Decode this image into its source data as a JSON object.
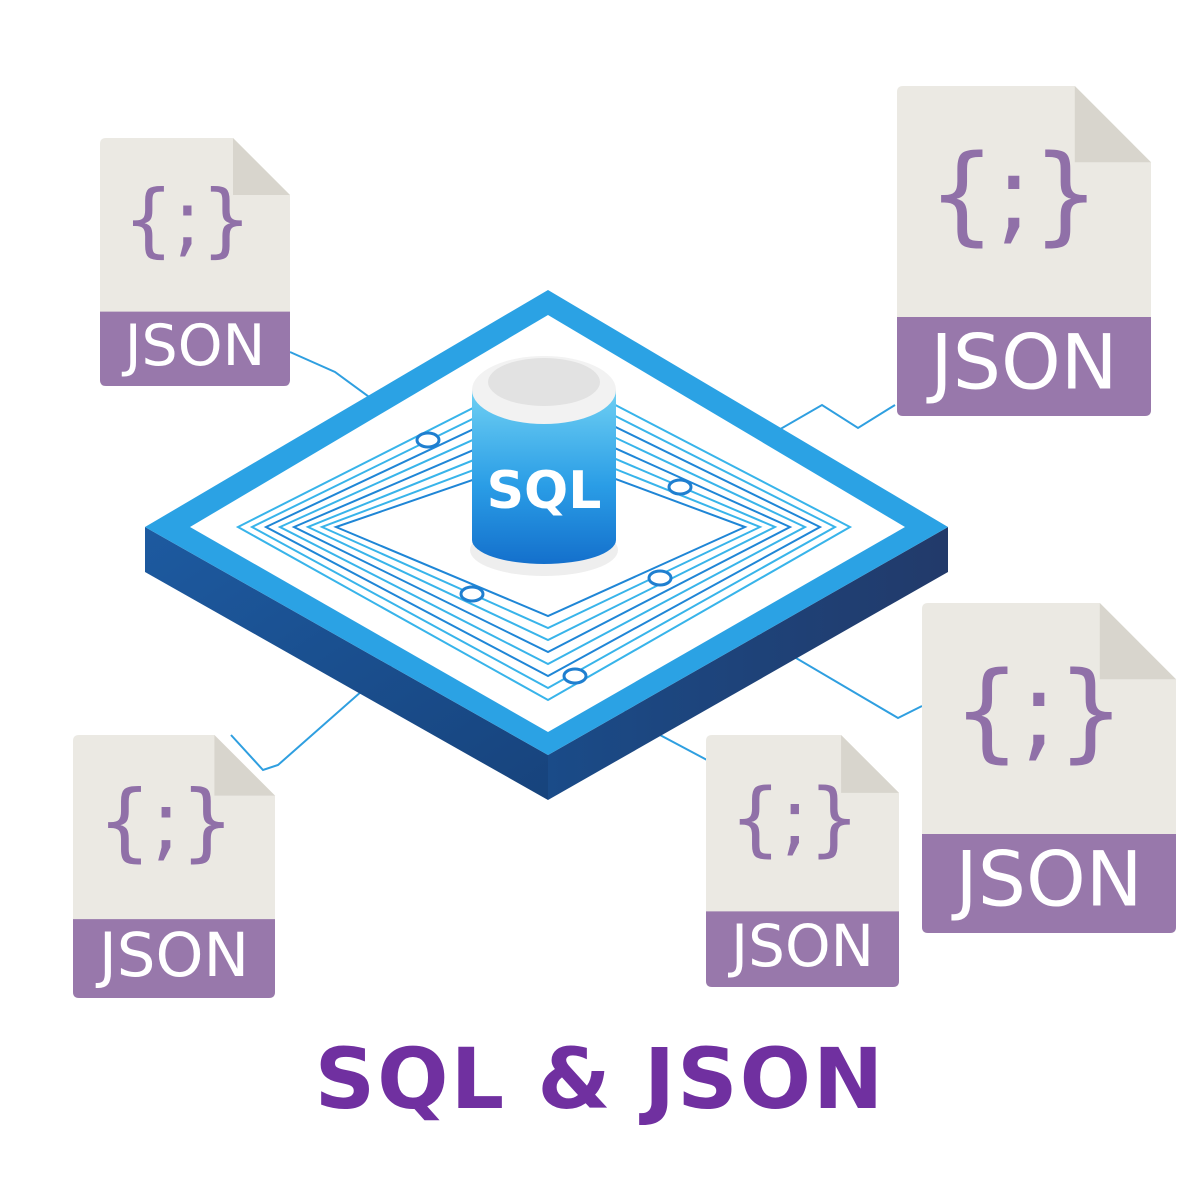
{
  "database": {
    "label": "SQL"
  },
  "files": [
    {
      "label": "JSON",
      "glyph": "{;}"
    },
    {
      "label": "JSON",
      "glyph": "{;}"
    },
    {
      "label": "JSON",
      "glyph": "{;}"
    },
    {
      "label": "JSON",
      "glyph": "{;}"
    },
    {
      "label": "JSON",
      "glyph": "{;}"
    }
  ],
  "caption": "SQL & JSON",
  "colors": {
    "file_page": "#ebe9e3",
    "file_fold": "#d8d5cd",
    "file_band": "#9878ab",
    "glyph": "#9070a8",
    "caption": "#7030a0",
    "platform_rim": "#2a9ee0",
    "platform_side": "#1a4a86",
    "circuit_line": "#3ab4e8",
    "cylinder_top": "#e6e6e6",
    "cylinder_body": "#2a8fdc"
  }
}
